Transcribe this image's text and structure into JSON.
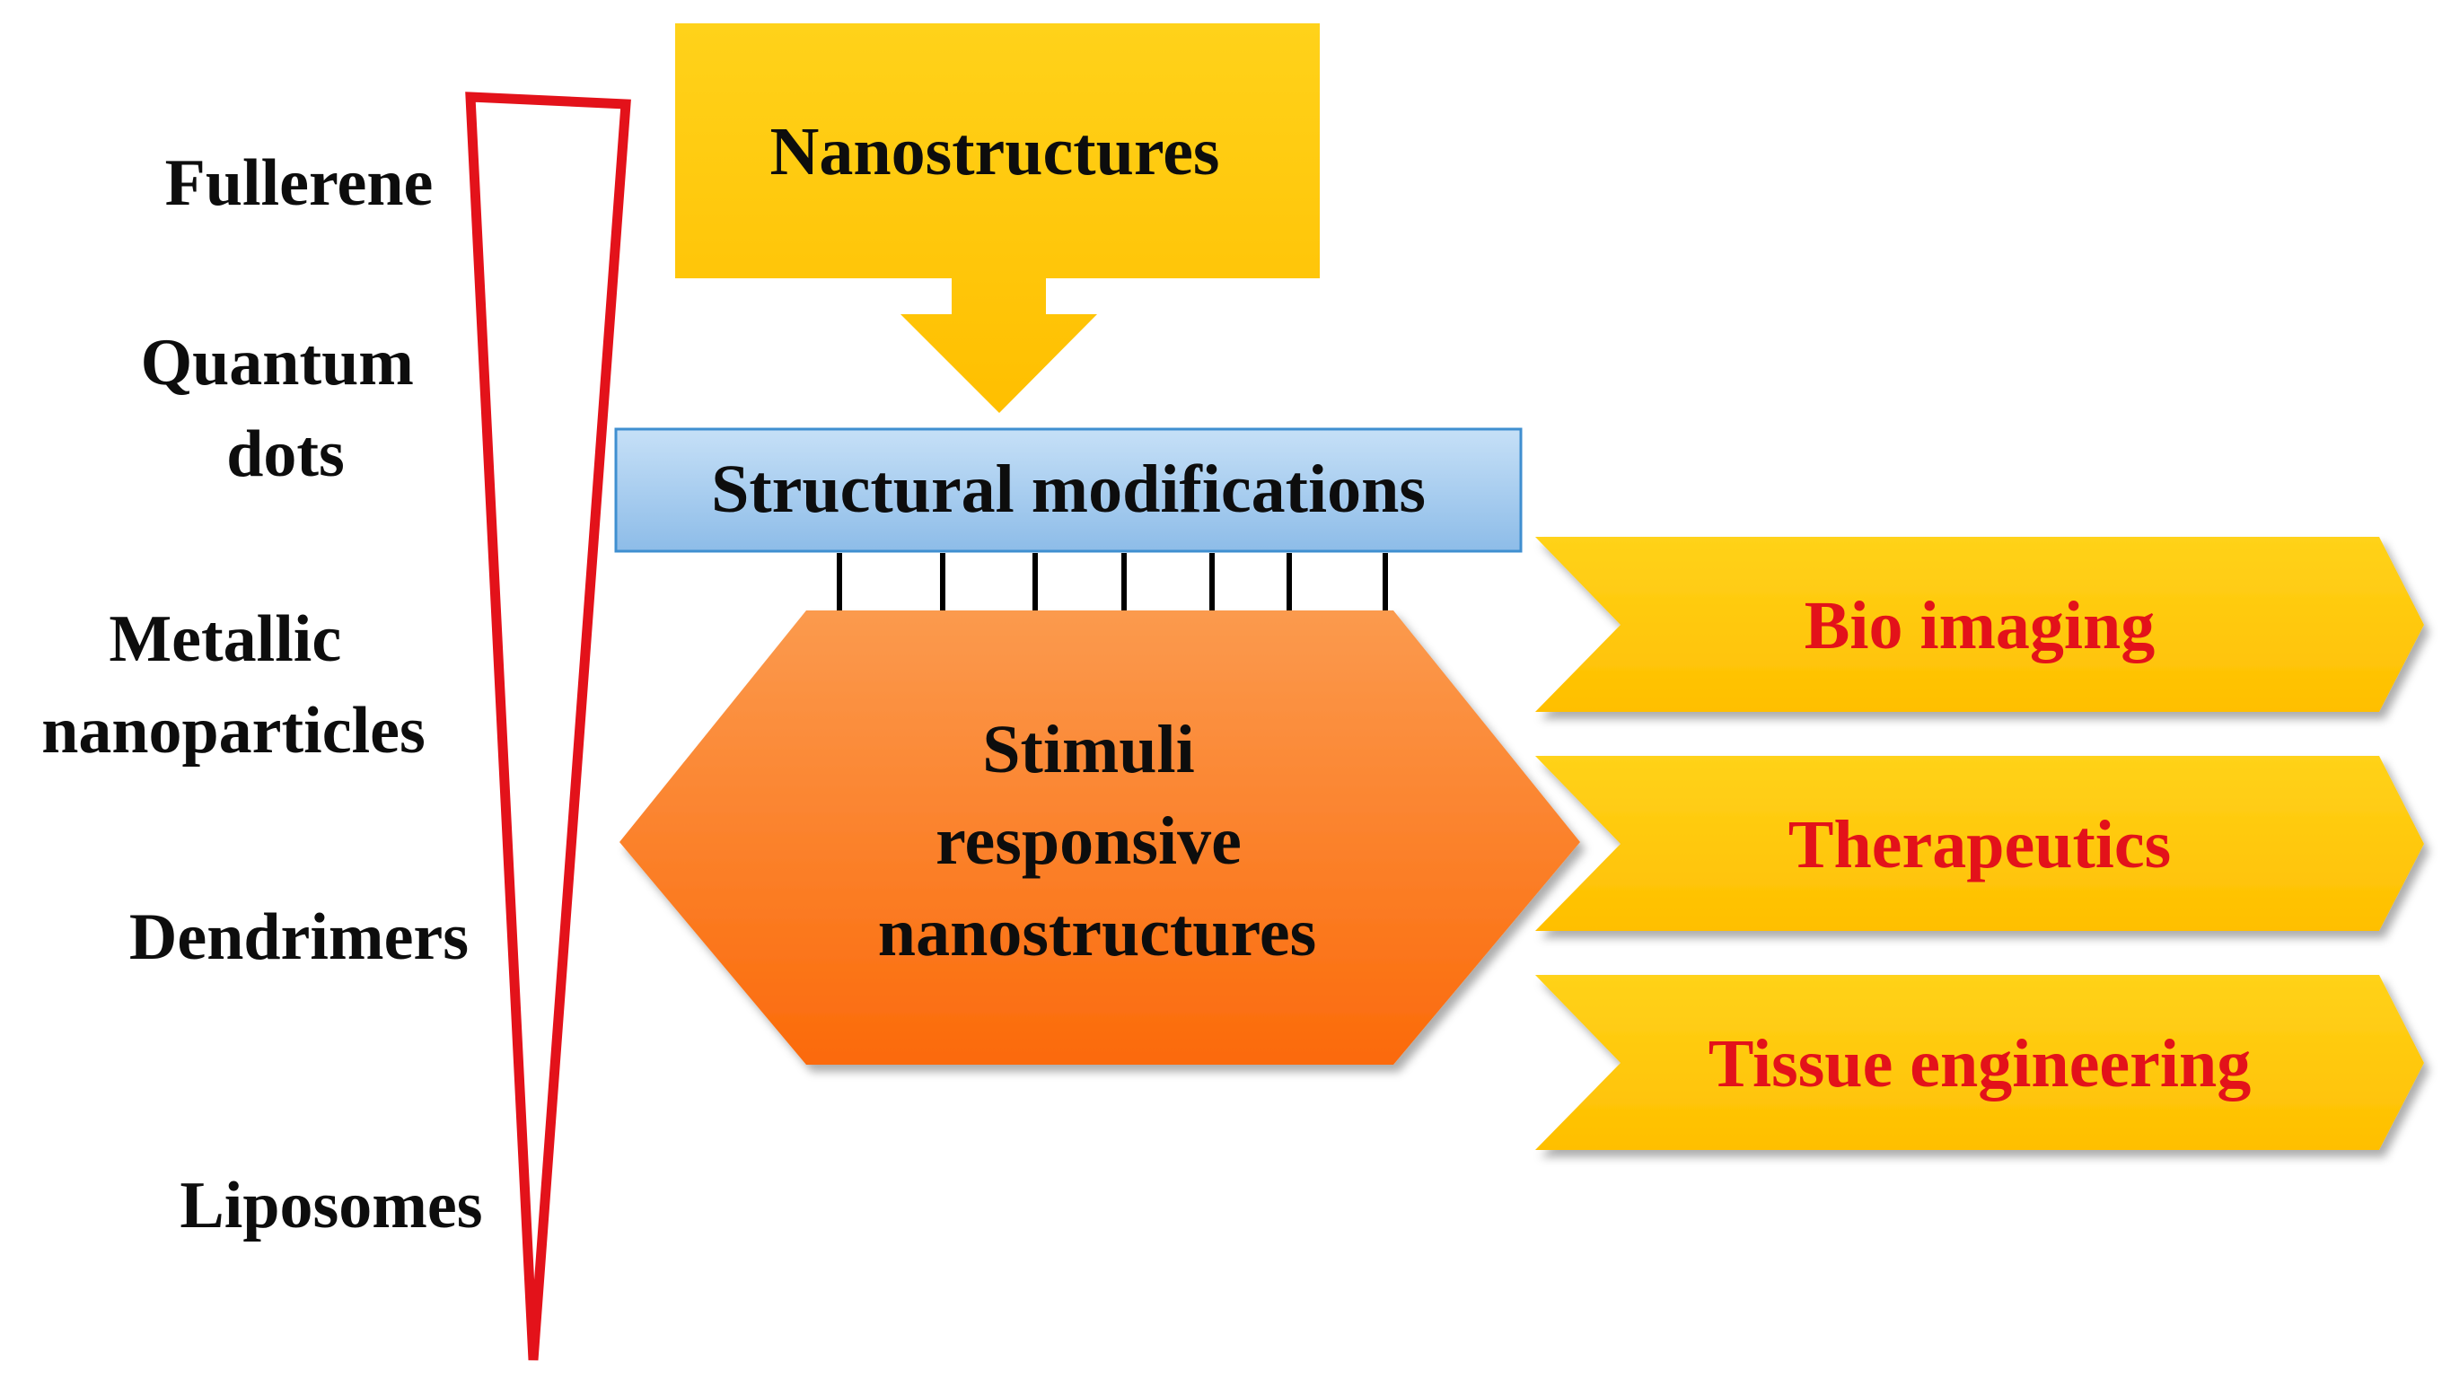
{
  "nanostructure_types": [
    {
      "lines": [
        "Fullerene"
      ]
    },
    {
      "lines": [
        "Quantum",
        "dots"
      ]
    },
    {
      "lines": [
        "Metallic",
        "nanoparticles"
      ]
    },
    {
      "lines": [
        "Dendrimers"
      ]
    },
    {
      "lines": [
        "Liposomes"
      ]
    }
  ],
  "top_box": {
    "label": "Nanostructures"
  },
  "modification_bar": {
    "label": "Structural modifications"
  },
  "hexagon": {
    "lines": [
      "Stimuli",
      "responsive",
      "nanostructures"
    ]
  },
  "applications": [
    {
      "label": "Bio imaging"
    },
    {
      "label": "Therapeutics"
    },
    {
      "label": "Tissue engineering"
    }
  ],
  "colors": {
    "wedge_stroke": "#e3121a",
    "box_fill_top": "#ffd21a",
    "box_fill_bottom": "#ffbf00",
    "bar_fill_top": "#c6e0f7",
    "bar_fill_bottom": "#8dbce8",
    "bar_stroke": "#3f8fd0",
    "hex_fill_top": "#fb9a4e",
    "hex_fill_bottom": "#fb6a0a",
    "application_text": "#e3121a",
    "dark_text": "#0d0d0d"
  },
  "icons": {
    "wedge": "narrowing-triangle",
    "down_arrow": "block-arrow-down",
    "small_arrows": "arrow-down"
  }
}
